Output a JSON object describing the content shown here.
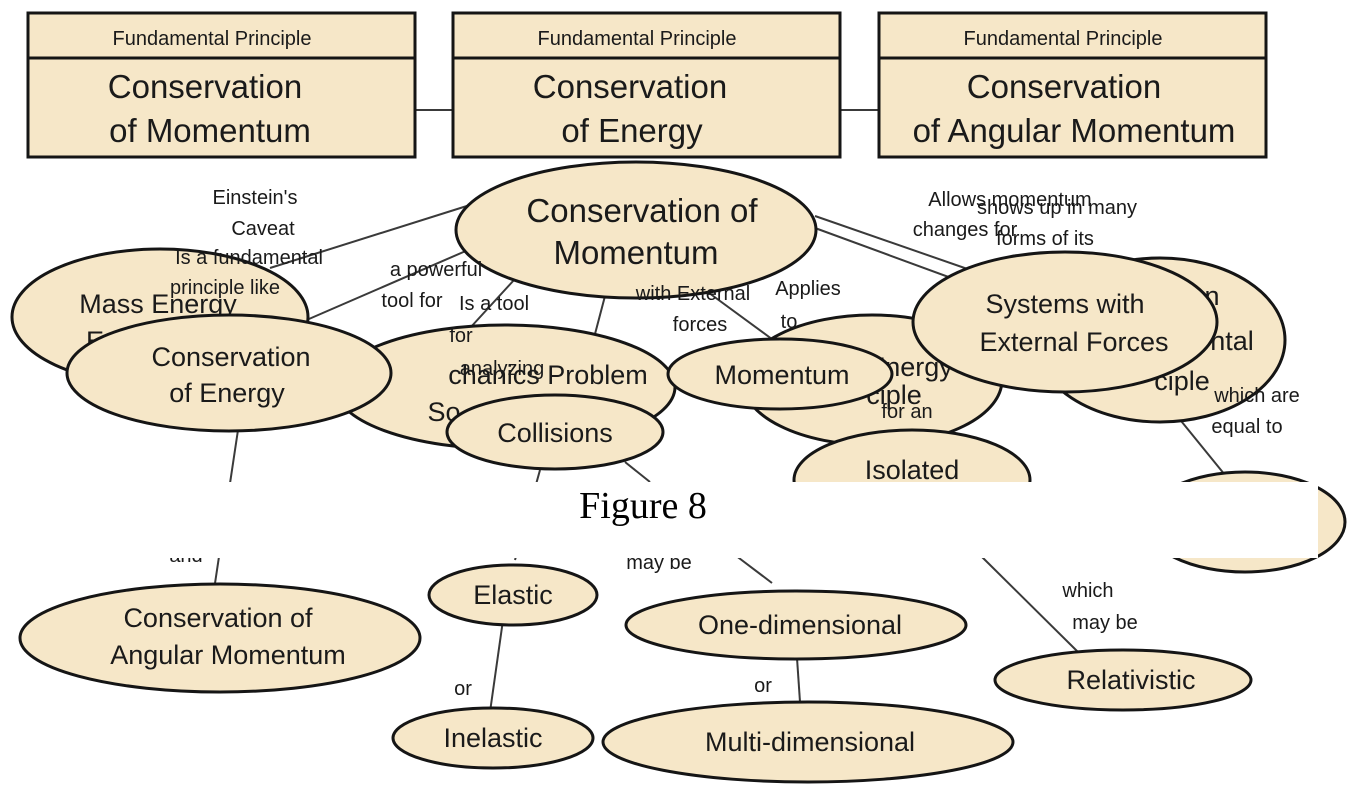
{
  "colors": {
    "node_fill": "#f6e7c8",
    "outline": "#151515",
    "edge": "#3a3a3a",
    "background": "#ffffff"
  },
  "principles": [
    {
      "header": "Fundamental Principle",
      "line1": "Conservation",
      "line2": "of Momentum"
    },
    {
      "header": "Fundamental Principle",
      "line1": "Conservation",
      "line2": "of Energy"
    },
    {
      "header": "Fundamental Principle",
      "line1": "Conservation",
      "line2": "of Angular Momentum"
    }
  ],
  "nodes": {
    "central": {
      "line1": "Conservation of",
      "line2": "Momentum"
    },
    "mass_energy": {
      "line1": "Mass Energy",
      "line2": "E"
    },
    "conservation_energy": {
      "line1": "Conservation",
      "line2": "of Energy"
    },
    "problem_solving": {
      "line1": "chanics Problem",
      "line2": "So"
    },
    "collisions": "Collisions",
    "momentum": "Momentum",
    "energy_principle": {
      "line1": "Energy",
      "line2": "ciple"
    },
    "isolated": "Isolated",
    "systems_external": {
      "line1": "Systems with",
      "line2": "External Forces"
    },
    "fundamental_principle": {
      "line1": "n",
      "line2": "ntal",
      "line3": "ciple"
    },
    "conservation_angular": {
      "line1": "Conservation of",
      "line2": "Angular Momentum"
    },
    "elastic": "Elastic",
    "inelastic": "Inelastic",
    "one_dimensional": "One-dimensional",
    "multi_dimensional": "Multi-dimensional",
    "relativistic": "Relativistic"
  },
  "link_labels": {
    "einstein": {
      "line1": "Einstein's",
      "line2": "Caveat"
    },
    "fundamental_like": {
      "line1": "Is a fundamental",
      "line2": "principle like"
    },
    "powerful": "a powerful",
    "tool_for": "tool for",
    "is_a_tool": {
      "line1": "Is a tool",
      "line2": "for",
      "line3": "analyzing"
    },
    "with_external": "with External",
    "forces": "forces",
    "applies_to": {
      "line1": "Applies",
      "line2": "to"
    },
    "for_an": "for an",
    "allows": {
      "line1": "Allows momentum",
      "line2": "changes for"
    },
    "shows_up": {
      "line1": "shows up in many",
      "line2": "forms of its"
    },
    "which_are": {
      "line1": "which are",
      "line2": "equal to"
    },
    "and": "and",
    "may_be": "may be",
    "which_may_be": {
      "line1": "which",
      "line2": "may be"
    },
    "or_left": "or",
    "or_right": "or"
  },
  "caption": "Figure 8"
}
